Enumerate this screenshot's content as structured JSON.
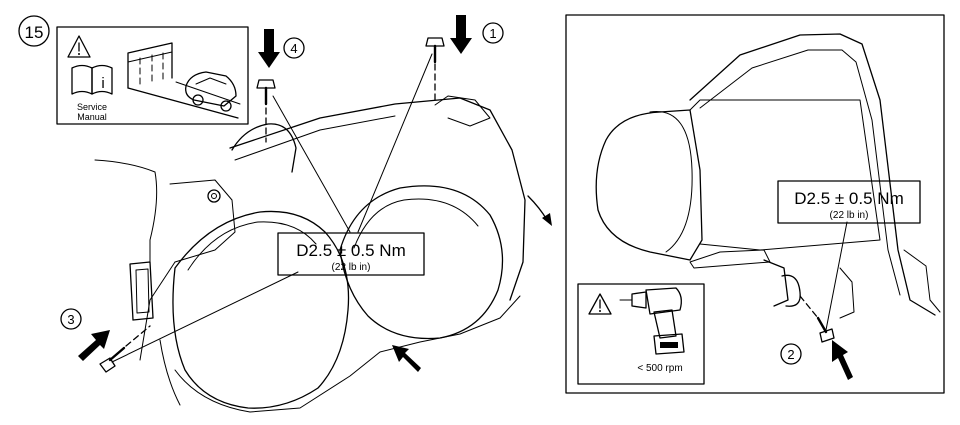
{
  "step_number": "15",
  "service_manual": {
    "line1": "Service",
    "line2": "Manual"
  },
  "callouts": {
    "c1": "1",
    "c2": "2",
    "c3": "3",
    "c4": "4"
  },
  "torque_main": {
    "value": "D2.5 ± 0.5 Nm",
    "imperial": "(22 lb in)"
  },
  "torque_detail": {
    "value": "D2.5 ± 0.5 Nm",
    "imperial": "(22 lb in)"
  },
  "drill": {
    "speed": "< 500 rpm"
  },
  "icons": [
    "warning-triangle-icon",
    "service-manual-icon",
    "info-icon",
    "vehicle-lift-icon",
    "cordless-drill-icon"
  ]
}
